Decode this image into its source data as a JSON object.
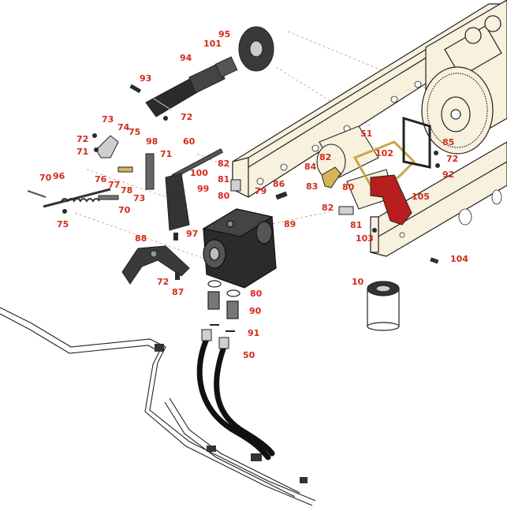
{
  "colors": {
    "callout": "#d42a1a",
    "frame": "#f7f1de",
    "outline": "#222222",
    "pump": "#2b2b2b",
    "fitting_brass": "#d8b45a",
    "bracket_red": "#b81e1e",
    "leader_dash": "#e07a6a"
  },
  "callouts": {
    "c95": "95",
    "c101": "101",
    "c94": "94",
    "c93": "93",
    "c72a": "72",
    "c73a": "73",
    "c74": "74",
    "c75a": "75",
    "c72b": "72",
    "c71a": "71",
    "c98": "98",
    "c60": "60",
    "c71b": "71",
    "c100": "100",
    "c76": "76",
    "c77": "77",
    "c78": "78",
    "c73b": "73",
    "c70a": "70",
    "c96": "96",
    "c70b": "70",
    "c75b": "75",
    "c99": "99",
    "c97": "97",
    "c88": "88",
    "c72c": "72",
    "c87": "87",
    "c82a": "82",
    "c81a": "81",
    "c80a": "80",
    "c79": "79",
    "c86": "86",
    "c89": "89",
    "c80b": "80",
    "c90": "90",
    "c91": "91",
    "c50": "50",
    "c51": "51",
    "c102": "102",
    "c85": "85",
    "c84": "84",
    "c82b": "82",
    "c83": "83",
    "c80c": "80",
    "c72d": "72",
    "c92": "92",
    "c105": "105",
    "c82c": "82",
    "c81b": "81",
    "c103": "103",
    "c104": "104",
    "c10": "10"
  }
}
